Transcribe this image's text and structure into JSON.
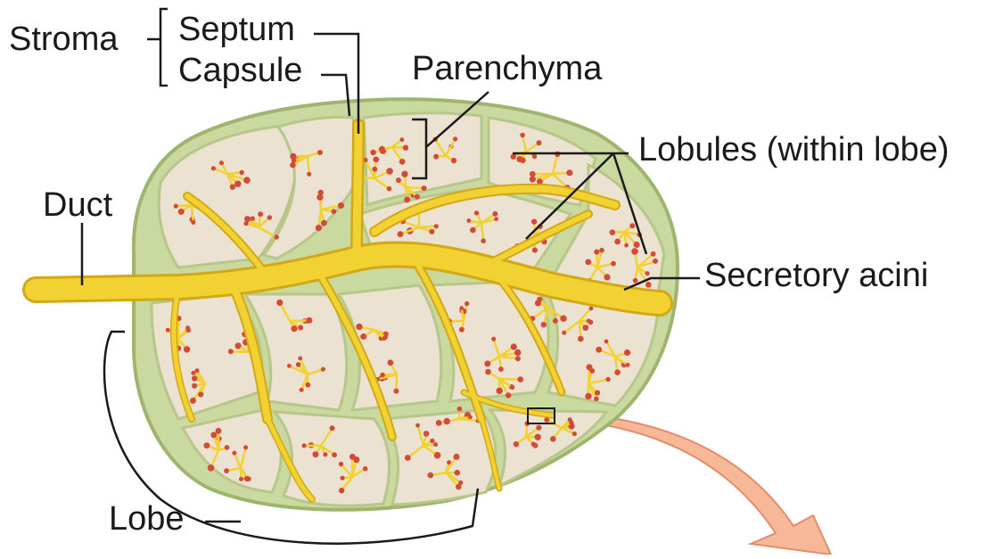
{
  "labels": {
    "stroma": "Stroma",
    "septum": "Septum",
    "capsule": "Capsule",
    "parenchyma": "Parenchyma",
    "lobules": "Lobules (within lobe)",
    "duct": "Duct",
    "secretory_acini": "Secretory acini",
    "lobe": "Lobe"
  },
  "colors": {
    "capsule": "#c9d9a0",
    "capsule_edge": "#9fb46c",
    "lobule_fill": "#ece2d2",
    "duct": "#f2d232",
    "duct_edge": "#d2a815",
    "acini": "#d24a38",
    "arrow": "#f7b898",
    "arrow_edge": "#e28d6a",
    "leader": "#1a1a1a"
  }
}
